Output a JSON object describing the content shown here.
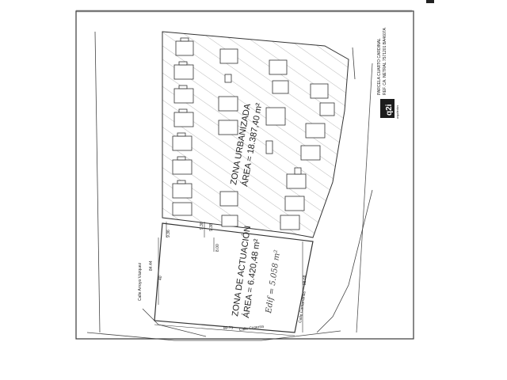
{
  "plan": {
    "title_block": {
      "line1": "PARCELA CUARTO CARDINAL",
      "line2": "REF. CA. NETRAL 7571201 BA4607A",
      "logo": "q2i",
      "logo_sub": "arquitectos"
    },
    "zona_urbanizada": {
      "name": "ZONA URBANIZADA",
      "area": "ÁREA = 18.387,40 m²"
    },
    "zona_actuacion": {
      "name": "ZONA DE ACTUACIÓN",
      "area": "ÁREA = 6.420,48 m²",
      "handwritten": "Edif = 5.058 m²"
    },
    "dimensions": [
      "9.36",
      "9.38",
      "9.38",
      "8.00",
      "84.44",
      "40",
      "80.71",
      "88.68"
    ],
    "streets": [
      "Calle Arroyo Vázquez",
      "Calle Cisterna",
      "Calle Cantarranas"
    ],
    "colors": {
      "line": "#333333",
      "hatch": "#9a9a9a",
      "paper": "#ffffff"
    }
  }
}
